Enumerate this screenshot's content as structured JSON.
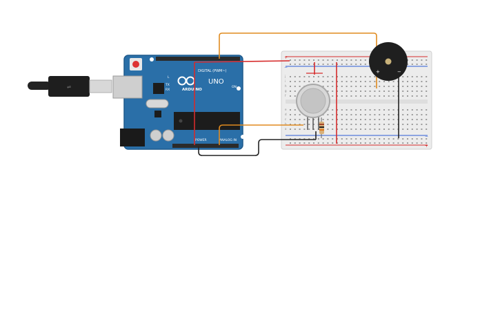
{
  "arduino": {
    "silk_digital": "DIGITAL (PWM~)",
    "silk_brand": "ARDUINO",
    "silk_model": "UNO",
    "silk_power": "POWER",
    "silk_analog": "ANALOG IN",
    "silk_on": "ON",
    "silk_l": "L",
    "silk_tx": "TX",
    "silk_rx": "RX"
  },
  "buzzer": {
    "plus_label": "+",
    "minus_label": "−"
  },
  "breadboard": {
    "plus_label": "+",
    "minus_label": "−",
    "row_letters_top": [
      "j",
      "i",
      "h",
      "g",
      "f"
    ],
    "row_letters_bottom": [
      "e",
      "d",
      "c",
      "b",
      "a"
    ]
  },
  "colors": {
    "board": "#2a6fa8",
    "board_edge": "#1f5a8c",
    "header": "#2b2b2b",
    "wire_orange": "#e08a1e",
    "wire_red": "#d62b2b",
    "wire_black": "#222222",
    "breadboard": "#ececec",
    "sensor": "#c9c9c9",
    "buzzer": "#1f1f1f"
  }
}
